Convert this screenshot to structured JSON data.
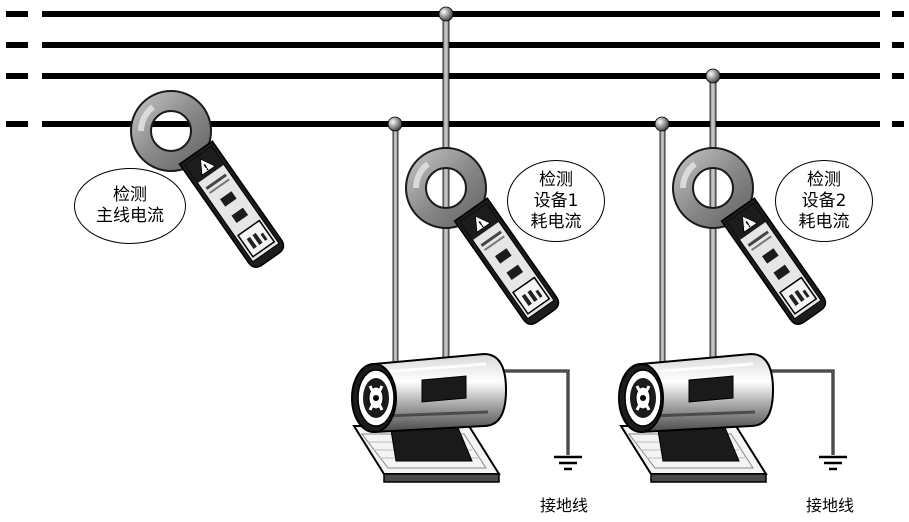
{
  "labels": {
    "main": {
      "line1": "检测",
      "line2": "主线电流"
    },
    "device1": {
      "line1": "检测",
      "line2": "设备1",
      "line3": "耗电流"
    },
    "device2": {
      "line1": "检测",
      "line2": "设备2",
      "line3": "耗电流"
    }
  },
  "ground": {
    "label1": "接地线",
    "label2": "接地线"
  }
}
